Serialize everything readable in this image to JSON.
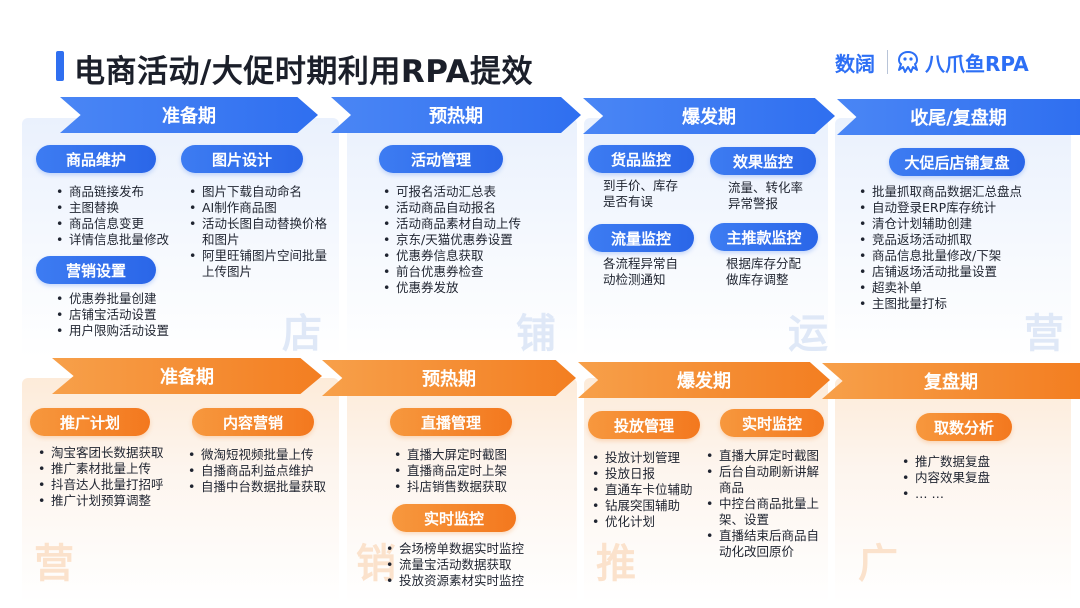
{
  "title": "电商活动/大促时期利用RPA提效",
  "logo": {
    "shuchan": "数阔",
    "bazhuayu": "八爪鱼RPA"
  },
  "colors": {
    "blue": "#2f6ff0",
    "orange": "#f37e21"
  },
  "shop": {
    "watermark": [
      "店",
      "铺",
      "运",
      "营"
    ],
    "phases": [
      "准备期",
      "预热期",
      "爆发期",
      "收尾/复盘期"
    ],
    "prep": {
      "g1": {
        "label": "商品维护",
        "items": [
          "商品链接发布",
          "主图替换",
          "商品信息变更",
          "详情信息批量修改"
        ]
      },
      "g2": {
        "label": "图片设计",
        "items": [
          "图片下载自动命名",
          "AI制作商品图",
          "活动长图自动替换价格和图片",
          "阿里旺铺图片空间批量上传图片"
        ]
      },
      "g3": {
        "label": "营销设置",
        "items": [
          "优惠券批量创建",
          "店铺宝活动设置",
          "用户限购活动设置"
        ]
      }
    },
    "warm": {
      "g1": {
        "label": "活动管理",
        "items": [
          "可报名活动汇总表",
          "活动商品自动报名",
          "活动商品素材自动上传",
          "京东/天猫优惠券设置",
          "优惠券信息获取",
          "前台优惠券检查",
          "优惠券发放"
        ]
      }
    },
    "burst": {
      "g1": {
        "label": "货品监控",
        "text": [
          "到手价、库存",
          "是否有误"
        ]
      },
      "g2": {
        "label": "效果监控",
        "text": [
          "流量、转化率",
          "异常警报"
        ]
      },
      "g3": {
        "label": "流量监控",
        "text": [
          "各流程异常自",
          "动检测通知"
        ]
      },
      "g4": {
        "label": "主推款监控",
        "text": [
          "根据库存分配",
          "做库存调整"
        ]
      }
    },
    "end": {
      "g1": {
        "label": "大促后店铺复盘",
        "items": [
          "批量抓取商品数据汇总盘点",
          "自动登录ERP库存统计",
          "清仓计划辅助创建",
          "竞品返场活动抓取",
          "商品信息批量修改/下架",
          "店铺返场活动批量设置",
          "超卖补单",
          "主图批量打标"
        ]
      }
    }
  },
  "promo": {
    "watermark": [
      "营",
      "销",
      "推",
      "广"
    ],
    "phases": [
      "准备期",
      "预热期",
      "爆发期",
      "复盘期"
    ],
    "prep": {
      "g1": {
        "label": "推广计划",
        "items": [
          "淘宝客团长数据获取",
          "推广素材批量上传",
          "抖音达人批量打招呼",
          "推广计划预算调整"
        ]
      },
      "g2": {
        "label": "内容营销",
        "items": [
          "微淘短视频批量上传",
          "自播商品利益点维护",
          "自播中台数据批量获取"
        ]
      }
    },
    "warm": {
      "g1": {
        "label": "直播管理",
        "items": [
          "直播大屏定时截图",
          "直播商品定时上架",
          "抖店销售数据获取"
        ]
      },
      "g2": {
        "label": "实时监控",
        "items": [
          "会场榜单数据实时监控",
          "流量宝活动数据获取",
          "投放资源素材实时监控"
        ]
      }
    },
    "burst": {
      "g1": {
        "label": "投放管理",
        "items": [
          "投放计划管理",
          "投放日报",
          "直通车卡位辅助",
          "钻展突围辅助",
          "优化计划"
        ]
      },
      "g2": {
        "label": "实时监控",
        "items": [
          "直播大屏定时截图",
          "后台自动刷新讲解商品",
          "中控台商品批量上架、设置",
          "直播结束后商品自动化改回原价"
        ]
      }
    },
    "end": {
      "g1": {
        "label": "取数分析",
        "items": [
          "推广数据复盘",
          "内容效果复盘",
          "… …"
        ]
      }
    }
  }
}
